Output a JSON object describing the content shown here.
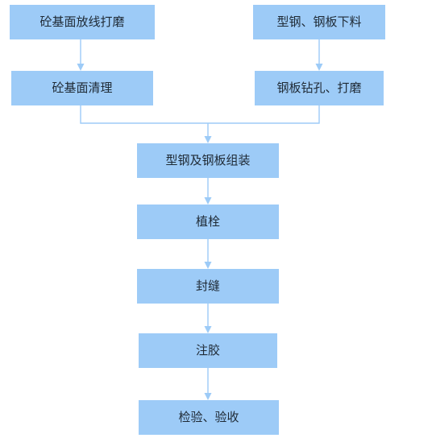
{
  "nodes": {
    "n1": "砼基面放线打磨",
    "n2": "砼基面清理",
    "n3": "型钢、钢板下料",
    "n4": "钢板钻孔、打磨",
    "n5": "型钢及钢板组装",
    "n6": "植栓",
    "n7": "封缝",
    "n8": "注胶",
    "n9": "检验、验收"
  },
  "edges": [
    {
      "from": "n1",
      "to": "n2"
    },
    {
      "from": "n3",
      "to": "n4"
    },
    {
      "from": "n2",
      "to": "n5"
    },
    {
      "from": "n4",
      "to": "n5"
    },
    {
      "from": "n5",
      "to": "n6"
    },
    {
      "from": "n6",
      "to": "n7"
    },
    {
      "from": "n7",
      "to": "n8"
    },
    {
      "from": "n8",
      "to": "n9"
    }
  ],
  "colors": {
    "node_fill": "#9dcbf7",
    "connector": "#9dcbf7",
    "text": "#1f2a35"
  }
}
